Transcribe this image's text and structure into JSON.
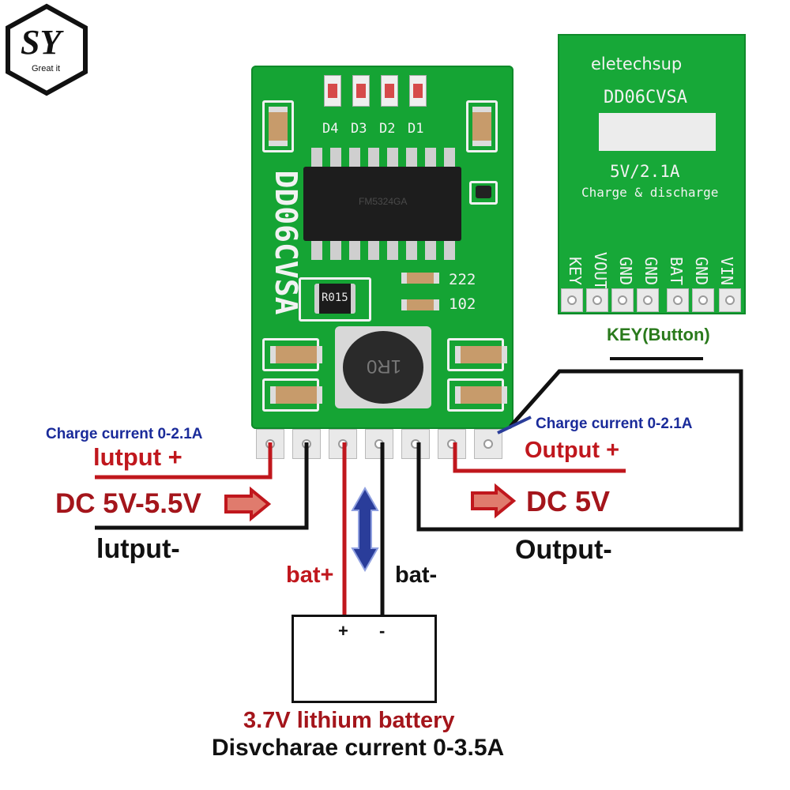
{
  "logo": {
    "letters": "SY",
    "tagline": "Great it"
  },
  "main_board": {
    "silkscreen_model": "DD06CVSA",
    "led_labels": [
      "D4",
      "D3",
      "D2",
      "D1"
    ],
    "resistor_label": "R015",
    "chip_label": "FM5324GA",
    "inductor_label": "1R0",
    "part_codes": [
      "222",
      "102"
    ]
  },
  "inset_board": {
    "brand": "eletechsup",
    "model": "DD06CVSA",
    "rating": "5V/2.1A",
    "function": "Charge & discharge",
    "pins": [
      "KEY",
      "VOUT",
      "GND",
      "GND",
      "BAT",
      "GND",
      "VIN"
    ]
  },
  "labels": {
    "key_button": "KEY(Button)",
    "charge_current_left": "Charge current 0-2.1A",
    "input_plus": "lutput +",
    "input_voltage": "DC 5V-5.5V",
    "input_minus": "lutput-",
    "bat_plus": "bat+",
    "bat_minus": "bat-",
    "charge_current_right": "Charge current 0-2.1A",
    "output_plus": "Output +",
    "output_voltage": "DC 5V",
    "output_minus": "Output-",
    "battery_plus_sign": "+",
    "battery_minus_sign": "-",
    "battery_name": "3.7V lithium battery",
    "discharge_current": "Disvcharae current 0-3.5A"
  },
  "colors": {
    "pcb_green": "#15a434",
    "wire_red": "#c0171d",
    "wire_black": "#111111",
    "label_blue": "#1a2b9a",
    "key_green": "#2a7a1c",
    "arrow_blue": "#2a3d9a"
  }
}
